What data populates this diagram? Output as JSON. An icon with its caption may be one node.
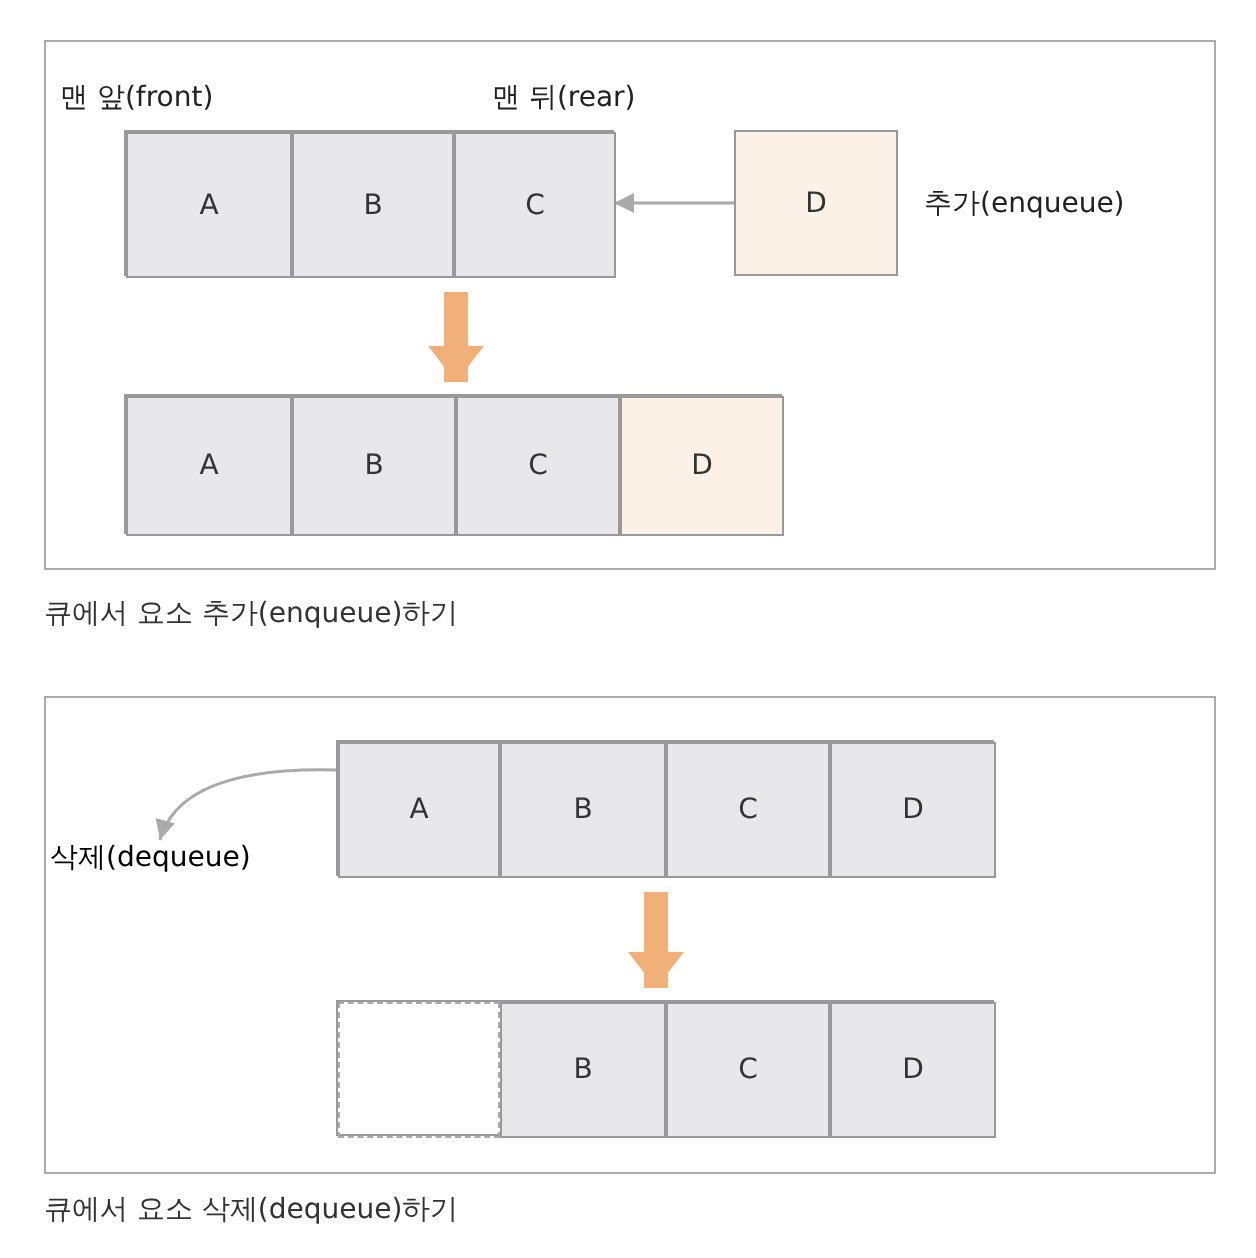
{
  "diagram": {
    "nodes": [
      {
        "text": [
          "큐에서 요소 추가(enqueue)하기"
        ]
      },
      {
        "text": [],
        "shape": "box",
        "in": 0
      },
      {
        "text": [
          "A"
        ],
        "in": 1,
        "beside": [
          "맨 앞(front)"
        ]
      },
      {
        "text": [
          "B"
        ],
        "in": 1
      },
      {
        "text": [
          "C"
        ],
        "in": 1,
        "beside": [
          "맨 뒤(rear)"
        ]
      },
      {
        "text": [
          "D"
        ],
        "in": 0,
        "beside": [
          "추가(enqueue)"
        ]
      },
      {
        "text": [],
        "shape": "box",
        "in": 0
      },
      {
        "text": [
          "A"
        ],
        "in": 6
      },
      {
        "text": [
          "B"
        ],
        "in": 6
      },
      {
        "text": [
          "C"
        ],
        "in": 6
      },
      {
        "text": [
          "D"
        ],
        "in": 6
      },
      {
        "text": [
          "큐에서 요소 삭제(dequeue)하기"
        ]
      },
      {
        "text": [],
        "shape": "box",
        "in": 11
      },
      {
        "text": [
          "A"
        ],
        "in": 12
      },
      {
        "text": [
          "B"
        ],
        "in": 12
      },
      {
        "text": [
          "C"
        ],
        "in": 12
      },
      {
        "text": [
          "D"
        ],
        "in": 12
      },
      {
        "text": [
          "삭제(dequeue)"
        ],
        "in": 11
      },
      {
        "text": [],
        "shape": "box",
        "in": 11
      },
      {
        "text": [],
        "shape": "box",
        "in": 18
      },
      {
        "text": [
          "B"
        ],
        "in": 18
      },
      {
        "text": [
          "C"
        ],
        "in": 18
      },
      {
        "text": [
          "D"
        ],
        "in": 18
      }
    ],
    "edges": [
      {
        "from": 5,
        "to": 4,
        "arrow": "to",
        "color": "#aaaaaa"
      },
      {
        "from": 1,
        "to": 6,
        "arrow": "to",
        "style": "thick",
        "color": "#f0b078"
      },
      {
        "from": 13,
        "to": 17,
        "arrow": "to",
        "color": "#aaaaaa"
      },
      {
        "from": 12,
        "to": 18,
        "arrow": "to",
        "style": "thick",
        "color": "#f0b078"
      }
    ]
  }
}
